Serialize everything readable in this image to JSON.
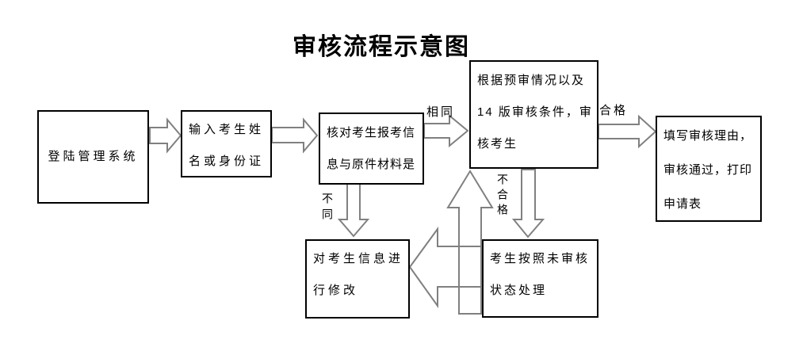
{
  "title": "审核流程示意图",
  "colors": {
    "background": "#ffffff",
    "box_border": "#000000",
    "text": "#000000",
    "arrow_outline": "#808080"
  },
  "diagram": {
    "nodes": [
      {
        "id": "login",
        "lines": [
          "登陆管理系统"
        ]
      },
      {
        "id": "input",
        "lines": [
          "输入考生姓",
          "名或身份证"
        ]
      },
      {
        "id": "verify",
        "lines": [
          "核对考生报考信",
          "息与原件材料是"
        ]
      },
      {
        "id": "audit",
        "lines": [
          "根据预审情况以及",
          "14 版审核条件，审",
          "核考生"
        ]
      },
      {
        "id": "approve",
        "lines": [
          "填写审核理由，",
          "审核通过，打印",
          "申请表"
        ]
      },
      {
        "id": "modify",
        "lines": [
          "对考生信息进",
          "行修改"
        ]
      },
      {
        "id": "unaudited",
        "lines": [
          "考生按照未审核",
          "状态处理"
        ]
      }
    ],
    "edge_labels": {
      "same": "相同",
      "different": "不同",
      "qualified": "合格",
      "unqualified": "不合格"
    }
  }
}
